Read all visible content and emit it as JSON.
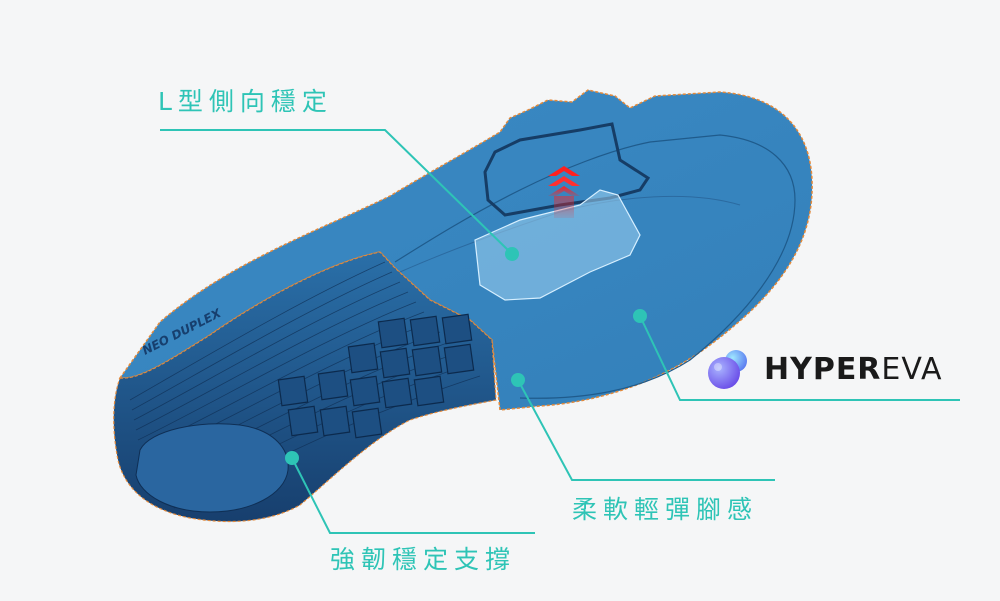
{
  "callouts": {
    "l_shape": "L型側向穩定",
    "soft": "柔軟輕彈腳感",
    "strong": "強韌穩定支撐"
  },
  "brand": {
    "bold_part": "HYPER",
    "light_part": "EVA",
    "icon": "hypereva-bubble-icon"
  },
  "product": {
    "side_text": "NEO DUPLEX"
  },
  "colors": {
    "background": "#f5f6f7",
    "accent": "#2ec4b6",
    "sole_blue": "#3a86c0",
    "sole_dark": "#1e5f96",
    "arrow_red": "#e8262b"
  }
}
